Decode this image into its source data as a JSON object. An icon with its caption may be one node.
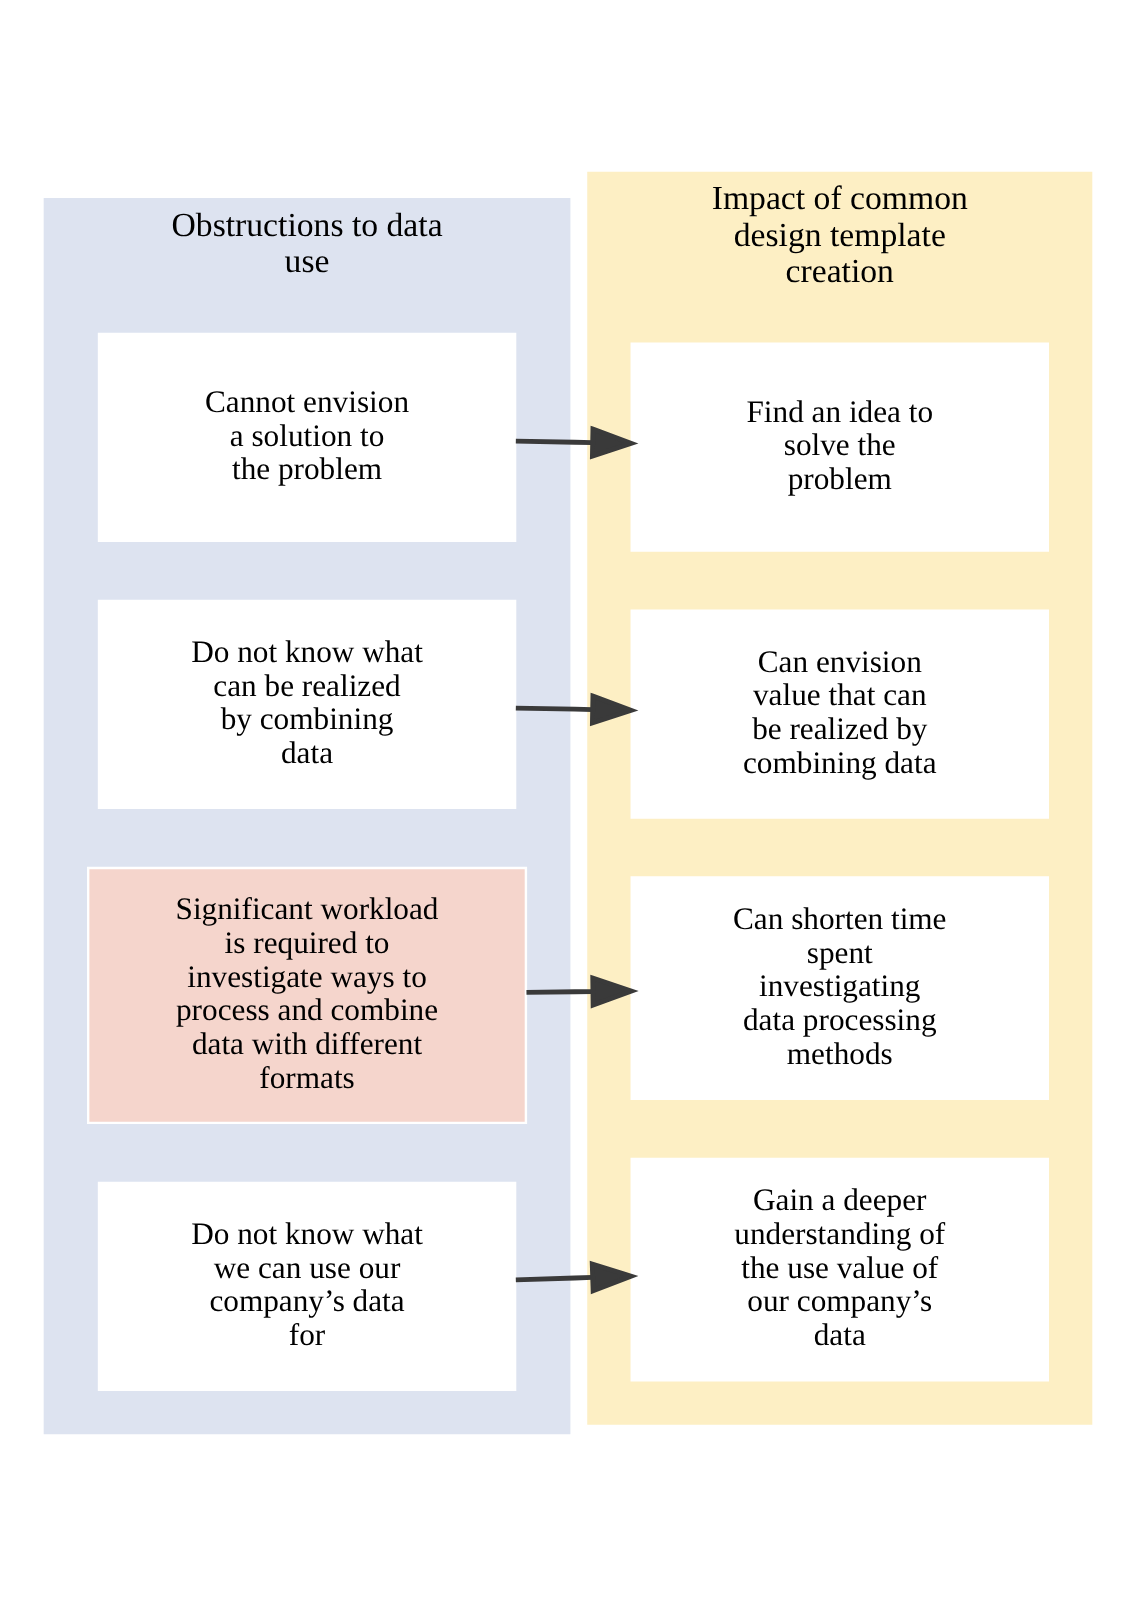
{
  "diagram": {
    "nodes": [
      {
        "text": [
          "Obstructions to data use"
        ]
      },
      {
        "text": [
          "Cannot envision a solution to the problem"
        ],
        "in": 0
      },
      {
        "text": [
          "Do not know what can be realized by combining data"
        ],
        "in": 0
      },
      {
        "text": [
          "Significant workload is required to investigate ways to process and combine data with different formats"
        ],
        "in": 0
      },
      {
        "text": [
          "Do not know what we can use our company’s data for"
        ],
        "in": 0
      },
      {
        "text": [
          "Impact of common design template creation"
        ]
      },
      {
        "text": [
          "Find an idea to solve the problem"
        ],
        "in": 5
      },
      {
        "text": [
          "Can envision value that can be realized by combining data"
        ],
        "in": 5
      },
      {
        "text": [
          "Can shorten time spent investigating data processing methods"
        ],
        "in": 5
      },
      {
        "text": [
          "Gain a deeper understanding of the use value of our company’s data"
        ],
        "in": 5
      }
    ],
    "edges": [
      {
        "from": 1,
        "to": 6,
        "arrow": "to"
      },
      {
        "from": 2,
        "to": 7,
        "arrow": "to"
      },
      {
        "from": 3,
        "to": 8,
        "arrow": "to"
      },
      {
        "from": 4,
        "to": 9,
        "arrow": "to"
      }
    ]
  }
}
